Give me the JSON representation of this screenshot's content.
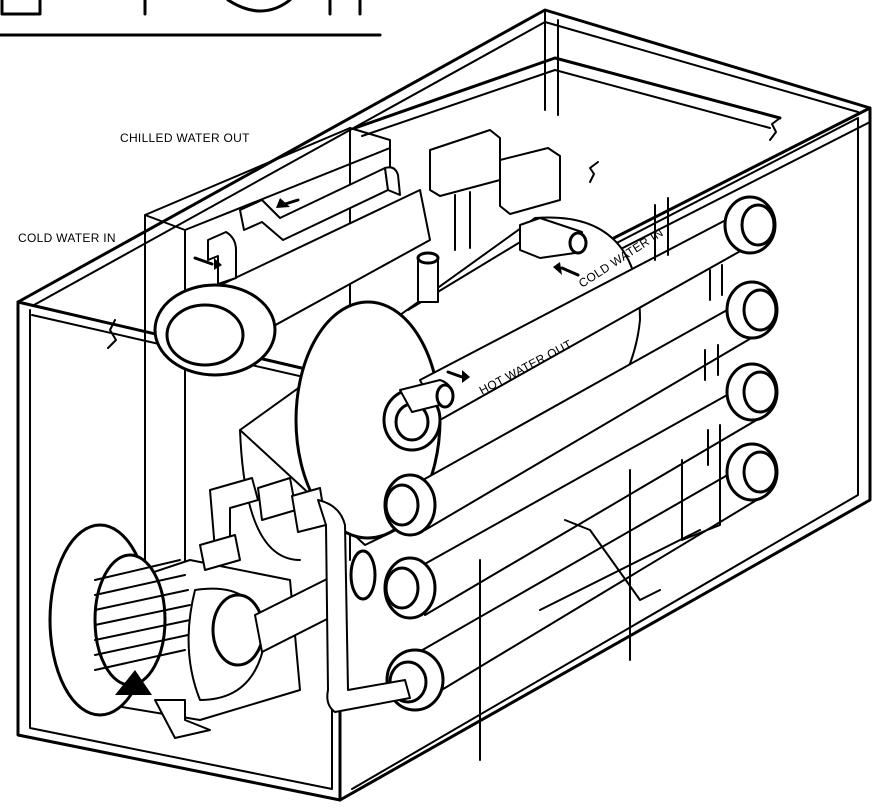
{
  "labels": {
    "chilled_water_out": "CHILLED  WATER  OUT",
    "cold_water_in_left": "COLD  WATER  IN",
    "cold_water_in_right": "COLD  WATER  IN",
    "hot_water_out": "HOT  WATER  OUT"
  },
  "colors": {
    "line": "#000000",
    "background": "#ffffff"
  }
}
